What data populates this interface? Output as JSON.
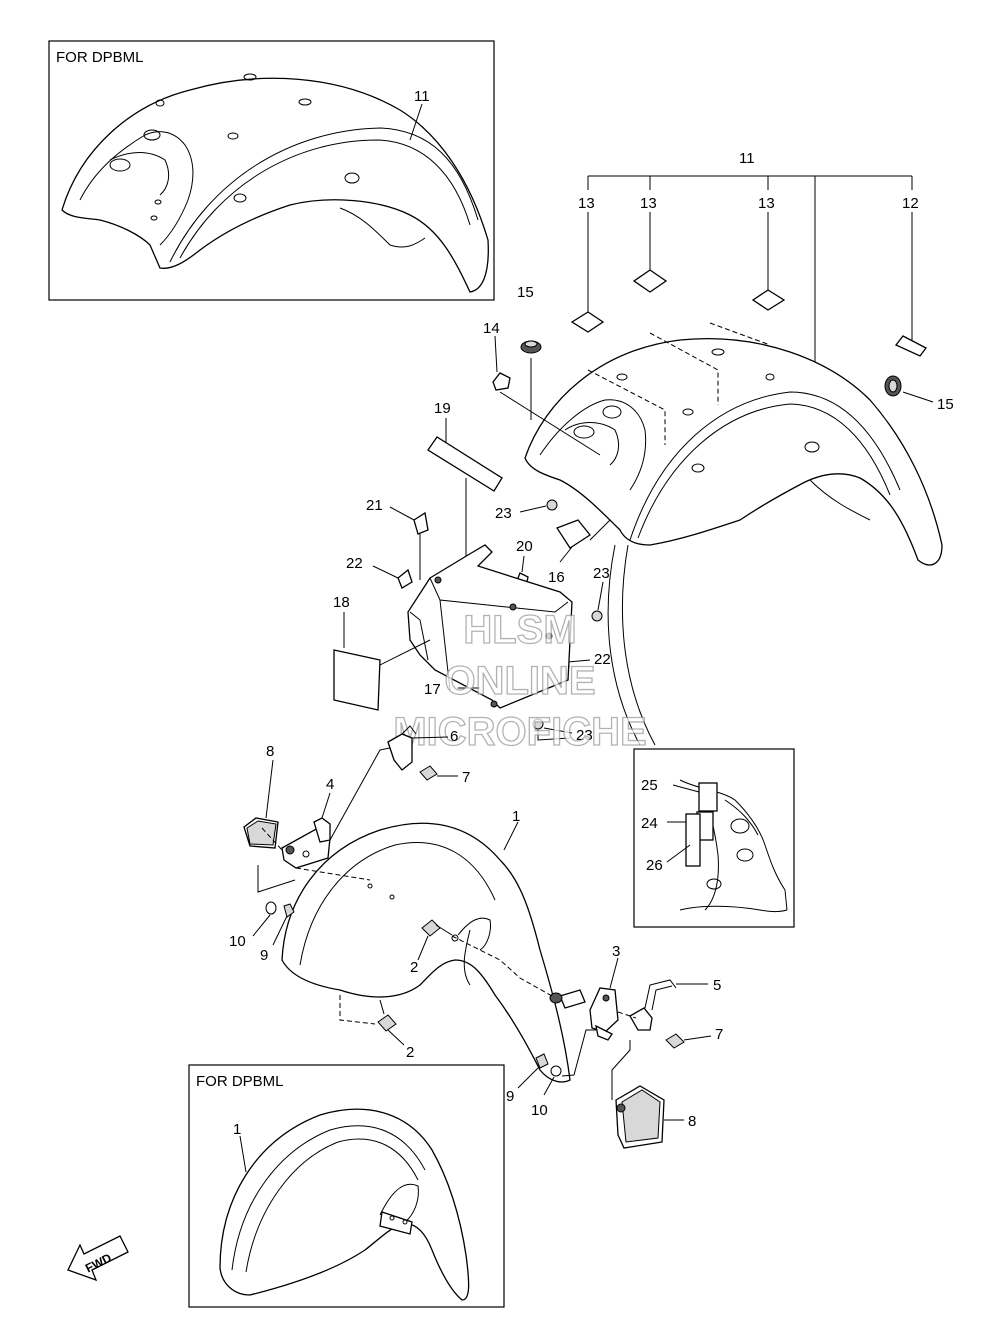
{
  "inset_top": {
    "label": "FOR DPBML",
    "part": "11"
  },
  "inset_bottom": {
    "label": "FOR DPBML",
    "part": "1"
  },
  "inset_right": {
    "parts": [
      "25",
      "24",
      "26"
    ]
  },
  "callouts": {
    "p1": "1",
    "p2a": "2",
    "p2b": "2",
    "p3": "3",
    "p4": "4",
    "p5": "5",
    "p6": "6",
    "p7a": "7",
    "p7b": "7",
    "p8a": "8",
    "p8b": "8",
    "p9a": "9",
    "p9b": "9",
    "p10a": "10",
    "p10b": "10",
    "p11": "11",
    "p12": "12",
    "p13a": "13",
    "p13b": "13",
    "p13c": "13",
    "p14": "14",
    "p15a": "15",
    "p15b": "15",
    "p16": "16",
    "p17": "17",
    "p18": "18",
    "p19": "19",
    "p20": "20",
    "p21": "21",
    "p22a": "22",
    "p22b": "22",
    "p23a": "23",
    "p23b": "23",
    "p23c": "23"
  },
  "direction_arrow": "FWD",
  "watermark": {
    "line1": "HLSM",
    "line2": "ONLINE",
    "line3": "MICROFICHE"
  }
}
